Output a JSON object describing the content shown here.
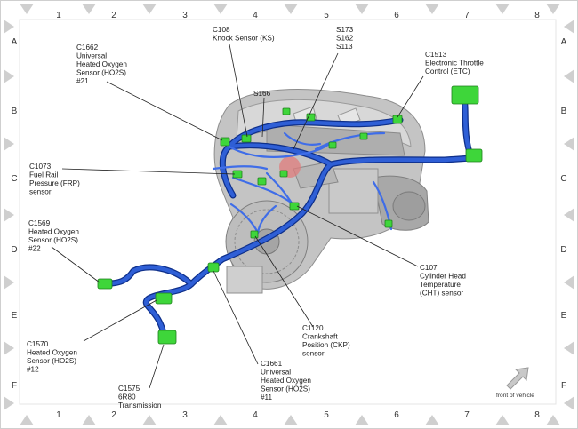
{
  "grid": {
    "columns": [
      "1",
      "2",
      "3",
      "4",
      "5",
      "6",
      "7",
      "8"
    ],
    "rows": [
      "A",
      "B",
      "C",
      "D",
      "E",
      "F"
    ]
  },
  "colors": {
    "harness": "#2f5fd6",
    "harness_dark": "#0e2f8a",
    "connector": "#3ed63a",
    "engine": "#b9b9b9",
    "leader": "#222222"
  },
  "callouts": [
    {
      "id": "c1662",
      "lines": [
        "C1662",
        "Universal",
        "Heated Oxygen",
        "Sensor (HO2S)",
        "#21"
      ]
    },
    {
      "id": "c108",
      "lines": [
        "C108",
        "Knock Sensor (KS)"
      ]
    },
    {
      "id": "s173",
      "lines": [
        "S173",
        "S162",
        "S113"
      ]
    },
    {
      "id": "c1513",
      "lines": [
        "C1513",
        "Electronic Throttle",
        "Control (ETC)"
      ]
    },
    {
      "id": "s166",
      "lines": [
        "S166"
      ]
    },
    {
      "id": "c1073",
      "lines": [
        "C1073",
        "Fuel Rail",
        "Pressure (FRP)",
        "sensor"
      ]
    },
    {
      "id": "c1569",
      "lines": [
        "C1569",
        "Heated Oxygen",
        "Sensor (HO2S)",
        "#22"
      ]
    },
    {
      "id": "c107",
      "lines": [
        "C107",
        "Cylinder Head",
        "Temperature",
        "(CHT) sensor"
      ]
    },
    {
      "id": "c1570",
      "lines": [
        "C1570",
        "Heated Oxygen",
        "Sensor (HO2S)",
        "#12"
      ]
    },
    {
      "id": "c1120",
      "lines": [
        "C1120",
        "Crankshaft",
        "Position (CKP)",
        "sensor"
      ]
    },
    {
      "id": "c1575",
      "lines": [
        "C1575",
        "6R80",
        "Transmission"
      ]
    },
    {
      "id": "c1661",
      "lines": [
        "C1661",
        "Universal",
        "Heated Oxygen",
        "Sensor (HO2S)",
        "#11"
      ]
    }
  ],
  "orientation": {
    "label": "front of vehicle"
  }
}
